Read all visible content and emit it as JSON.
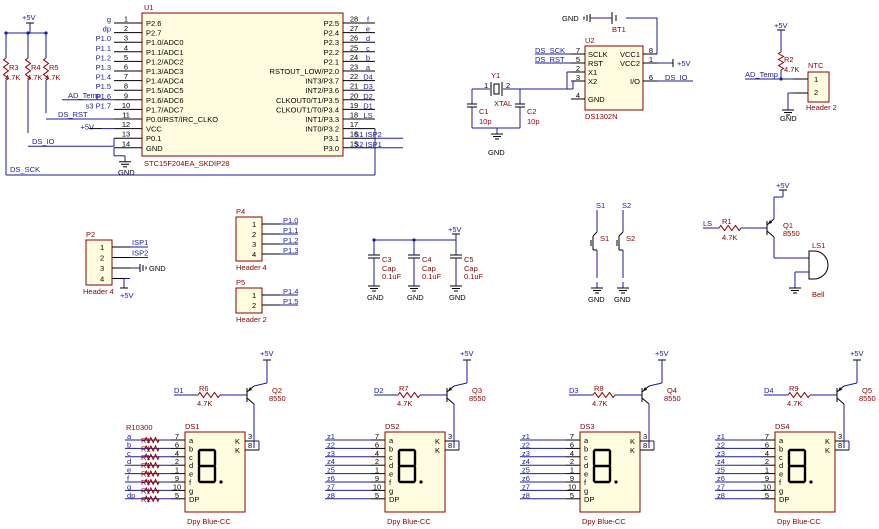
{
  "mcu": {
    "ref": "U1",
    "part": "STC15F204EA_SKDIP28",
    "left_pins": [
      {
        "num": "1",
        "name": "P2.6",
        "net": "g"
      },
      {
        "num": "2",
        "name": "P2.7",
        "net": "dp"
      },
      {
        "num": "3",
        "name": "P1.0/ADC0",
        "net": "P1.0"
      },
      {
        "num": "4",
        "name": "P1.1/ADC1",
        "net": "P1.1"
      },
      {
        "num": "5",
        "name": "P1.2/ADC2",
        "net": "P1.2"
      },
      {
        "num": "6",
        "name": "P1.3/ADC3",
        "net": "P1.3"
      },
      {
        "num": "7",
        "name": "P1.4/ADC4",
        "net": "P1.4"
      },
      {
        "num": "8",
        "name": "P1.5/ADC5",
        "net": "P1.5"
      },
      {
        "num": "9",
        "name": "P1.6/ADC6",
        "net": "P1.6"
      },
      {
        "num": "10",
        "name": "P1.7/ADC7",
        "net": "s3 P1.7"
      },
      {
        "num": "11",
        "name": "P0.0/RST/IRC_CLKO",
        "net": ""
      },
      {
        "num": "12",
        "name": "VCC",
        "net": ""
      },
      {
        "num": "13",
        "name": "P0.1",
        "net": ""
      },
      {
        "num": "14",
        "name": "GND",
        "net": ""
      }
    ],
    "right_pins": [
      {
        "num": "28",
        "name": "P2.5",
        "net": "f"
      },
      {
        "num": "27",
        "name": "P2.4",
        "net": "e"
      },
      {
        "num": "26",
        "name": "P2.3",
        "net": "d"
      },
      {
        "num": "25",
        "name": "P2.2",
        "net": "c"
      },
      {
        "num": "24",
        "name": "P2.1",
        "net": "b"
      },
      {
        "num": "23",
        "name": "RSTOUT_LOW/P2.0",
        "net": "a"
      },
      {
        "num": "22",
        "name": "INT3/P3.7",
        "net": "D4"
      },
      {
        "num": "21",
        "name": "INT2/P3.6",
        "net": "D3"
      },
      {
        "num": "20",
        "name": "CLKOUT0/T1/P3.5",
        "net": "D2"
      },
      {
        "num": "19",
        "name": "CLKOUT1/T0/P3.4",
        "net": "D1"
      },
      {
        "num": "18",
        "name": "INT1/P3.3",
        "net": "LS"
      },
      {
        "num": "17",
        "name": "INT0/P3.2",
        "net": ""
      },
      {
        "num": "16",
        "name": "P3.1",
        "net": "S1 ISP2"
      },
      {
        "num": "15",
        "name": "P3.0",
        "net": "S2 ISP1"
      }
    ],
    "nets": {
      "ad_temp": "AD_Temp",
      "ds_rst": "DS_RST",
      "ds_io": "DS_IO",
      "ds_sck": "DS_SCK",
      "vcc": "+5V",
      "gnd": "GND",
      "s1": "S1",
      "s2": "S2",
      "isp1": "ISP1",
      "isp2": "ISP2",
      "int0": "INT0"
    }
  },
  "pullups": [
    {
      "ref": "R3",
      "value": "4.7K"
    },
    {
      "ref": "R4",
      "value": "4.7K"
    },
    {
      "ref": "R5",
      "value": "4.7K"
    }
  ],
  "supply": {
    "plus5": "+5V",
    "gnd": "GND"
  },
  "rtc": {
    "ref": "U2",
    "part": "DS1302N",
    "pins_left": [
      {
        "num": "7",
        "name": "SCLK",
        "net": "DS_SCK"
      },
      {
        "num": "5",
        "name": "RST",
        "net": "DS_RST"
      },
      {
        "num": "2",
        "name": "X1",
        "net": ""
      },
      {
        "num": "3",
        "name": "X2",
        "net": ""
      },
      {
        "num": "4",
        "name": "GND",
        "net": ""
      }
    ],
    "pins_right": [
      {
        "num": "8",
        "name": "VCC1"
      },
      {
        "num": "1",
        "name": "VCC2"
      },
      {
        "num": "6",
        "name": "I/O"
      }
    ],
    "io_net": "DS_IO",
    "vcc2_net": "+5V",
    "battery": {
      "ref": "BT1",
      "gnd": "GND"
    },
    "crystal": {
      "ref": "Y1",
      "value": "XTAL",
      "p1": "1",
      "p2": "2"
    },
    "caps": [
      {
        "ref": "C1",
        "value": "10p"
      },
      {
        "ref": "C2",
        "value": "10p"
      }
    ]
  },
  "ntc": {
    "ref": "NTC",
    "net_vcc": "+5V",
    "resistor": {
      "ref": "R2",
      "value": "4.7K"
    },
    "net": "AD_Temp",
    "header": "Header 2",
    "pins": [
      "1",
      "2"
    ]
  },
  "p2": {
    "ref": "P2",
    "header": "Header 4",
    "pins": [
      "1",
      "2",
      "3",
      "4"
    ],
    "nets": [
      "ISP1",
      "ISP2",
      "GND",
      "+5V"
    ]
  },
  "p4": {
    "ref": "P4",
    "header": "Header 4",
    "pins": [
      "1",
      "2",
      "3",
      "4"
    ],
    "nets": [
      "P1.0",
      "P1.1",
      "P1.2",
      "P1.3"
    ]
  },
  "p5": {
    "ref": "P5",
    "header": "Header 2",
    "pins": [
      "1",
      "2"
    ],
    "nets": [
      "P1.4",
      "P1.5"
    ]
  },
  "caps": {
    "vcc": "+5V",
    "items": [
      {
        "ref": "C3",
        "type": "Cap",
        "value": "0.1uF"
      },
      {
        "ref": "C4",
        "type": "Cap",
        "value": "0.1uF"
      },
      {
        "ref": "C5",
        "type": "Cap",
        "value": "0.1uF"
      }
    ]
  },
  "switches": [
    {
      "ref": "S1",
      "label": "S1"
    },
    {
      "ref": "S2",
      "label": "S2"
    }
  ],
  "buzzer": {
    "net": "LS",
    "resistor": {
      "ref": "R1",
      "value": "4.7K"
    },
    "transistor": {
      "ref": "Q1",
      "value": "8550"
    },
    "ref": "LS1",
    "part": "Bell",
    "vcc": "+5V"
  },
  "digits": [
    {
      "ref": "DS1",
      "part": "Dpy Blue-CC",
      "net": "D1",
      "r": {
        "ref": "R6",
        "value": "4.7K"
      },
      "q": {
        "ref": "Q2",
        "value": "8550"
      },
      "k1": "3",
      "k2": "8",
      "segnets": [
        "a",
        "b",
        "c",
        "d",
        "e",
        "f",
        "g",
        "dp"
      ],
      "res_ref": "R10",
      "res_val": "300",
      "resnames": [
        "R1",
        "R1",
        "R1",
        "R1",
        "R1",
        "R1",
        "R1",
        "R1"
      ]
    },
    {
      "ref": "DS2",
      "part": "Dpy Blue-CC",
      "net": "D2",
      "r": {
        "ref": "R7",
        "value": "4.7K"
      },
      "q": {
        "ref": "Q3",
        "value": "8550"
      },
      "k1": "3",
      "k2": "8",
      "segnets": [
        "z1",
        "z2",
        "z3",
        "z4",
        "z5",
        "z6",
        "z7",
        "z8"
      ]
    },
    {
      "ref": "DS3",
      "part": "Dpy Blue-CC",
      "net": "D3",
      "r": {
        "ref": "R8",
        "value": "4.7K"
      },
      "q": {
        "ref": "Q4",
        "value": "8550"
      },
      "k1": "3",
      "k2": "8",
      "segnets": [
        "z1",
        "z2",
        "z3",
        "z4",
        "z5",
        "z6",
        "z7",
        "z8"
      ]
    },
    {
      "ref": "DS4",
      "part": "Dpy Blue-CC",
      "net": "D4",
      "r": {
        "ref": "R9",
        "value": "4.7K"
      },
      "q": {
        "ref": "Q5",
        "value": "8550"
      },
      "k1": "3",
      "k2": "8",
      "segnets": [
        "z1",
        "z2",
        "z3",
        "z4",
        "z5",
        "z6",
        "z7",
        "z8"
      ]
    }
  ],
  "segment_labels": [
    "a",
    "b",
    "c",
    "d",
    "e",
    "f",
    "g",
    "DP"
  ],
  "segment_pins": [
    "7",
    "6",
    "4",
    "2",
    "1",
    "9",
    "10",
    "5"
  ],
  "common_labels": [
    "K",
    "K"
  ]
}
